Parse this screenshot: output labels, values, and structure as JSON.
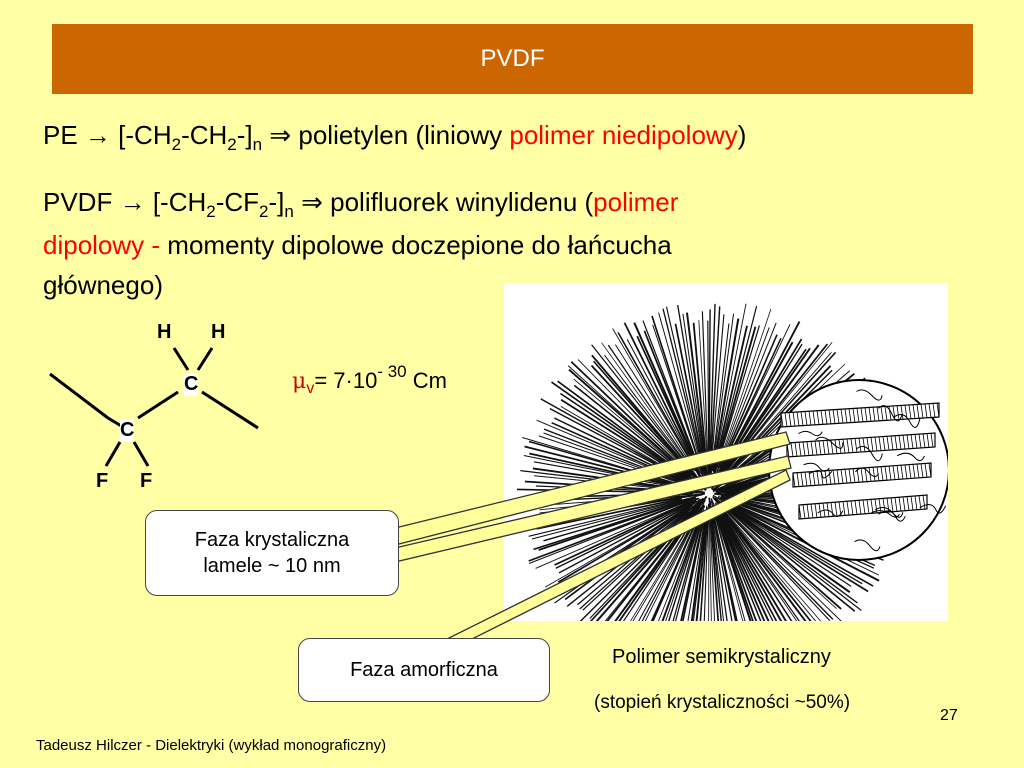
{
  "slide": {
    "title": "PVDF",
    "pe_line": {
      "prefix": "PE",
      "arrow": "→",
      "formula_a": "[-CH",
      "sub_a": "2",
      "formula_b": "-CH",
      "sub_b": "2",
      "formula_c": "-]",
      "sub_n": "n",
      "implies": "⇒",
      "text": "polietylen (liniowy ",
      "highlight": "polimer niedipolowy",
      "close": ")"
    },
    "pvdf_line": {
      "prefix": "PVDF",
      "arrow": "→",
      "formula_a": "[-CH",
      "sub_a": "2",
      "formula_b": "-CF",
      "sub_b": "2",
      "formula_c": "-]",
      "sub_n": "n",
      "implies": "⇒",
      "text": "polifluorek winylidenu (",
      "highlight1": "polimer",
      "highlight2": "dipolowy -",
      "text2": " momenty dipolowe doczepione do łańcucha",
      "text3": "głównego)"
    },
    "molecule": {
      "atom_h1": "H",
      "atom_h2": "H",
      "atom_c1": "C",
      "atom_c2": "C",
      "atom_f1": "F",
      "atom_f2": "F"
    },
    "dipole": {
      "mu": "μ",
      "mu_sub": "v",
      "value": "= 7·10",
      "exponent": "- 30",
      "unit": " Cm"
    },
    "callout_crystal_line1": "Faza krystaliczna",
    "callout_crystal_line2": "lamele ~ 10 nm",
    "callout_amorph": "Faza amorficzna",
    "caption_line1": "Polimer semikrystaliczny",
    "caption_line2": "(stopień krystaliczności ~50%)",
    "page_number": "27",
    "footer": "Tadeusz Hilczer - Dielektryki (wykład monograficzny)"
  },
  "colors": {
    "background": "#FFFFA6",
    "title_bar": "#CC6600",
    "highlight": "#FF0000",
    "pointer_fill": "#FFFF99"
  }
}
